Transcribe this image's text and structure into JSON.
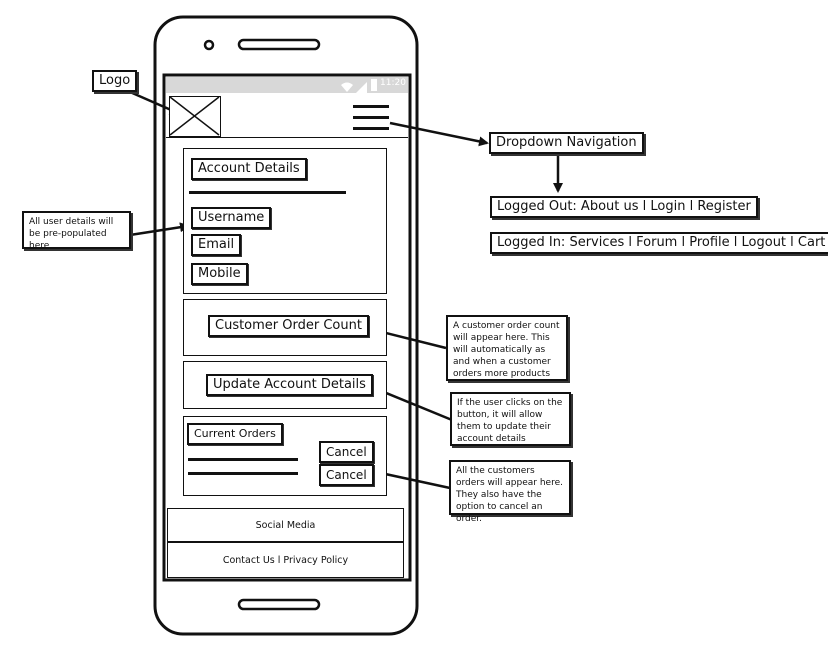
{
  "annotations": {
    "logo": "Logo",
    "dropdown": "Dropdown Navigation",
    "logged_out": "Logged Out: About us l Login l Register",
    "logged_in": "Logged In: Services l Forum l Profile l Logout l Cart",
    "user_details": "All user details will be pre-populated here",
    "order_count_note": "A customer order count will appear here. This will automatically as and when a customer orders more products",
    "update_note": "If the user clicks on the button, it will allow them to update their account details",
    "orders_note": "All the customers orders will appear here. They also have the option to cancel an order."
  },
  "statusbar": {
    "time": "11:20"
  },
  "phone_icons": [
    "logo-placeholder-icon",
    "hamburger-menu-icon",
    "wifi-icon",
    "signal-icon",
    "battery-icon"
  ],
  "account": {
    "title": "Account Details",
    "fields": [
      "Username",
      "Email",
      "Mobile"
    ]
  },
  "order_count": {
    "label": "Customer Order Count"
  },
  "update": {
    "label": "Update Account Details"
  },
  "orders": {
    "title": "Current Orders",
    "cancel_labels": [
      "Cancel",
      "Cancel"
    ]
  },
  "footer": {
    "social": "Social Media",
    "links": "Contact Us l Privacy Policy"
  }
}
